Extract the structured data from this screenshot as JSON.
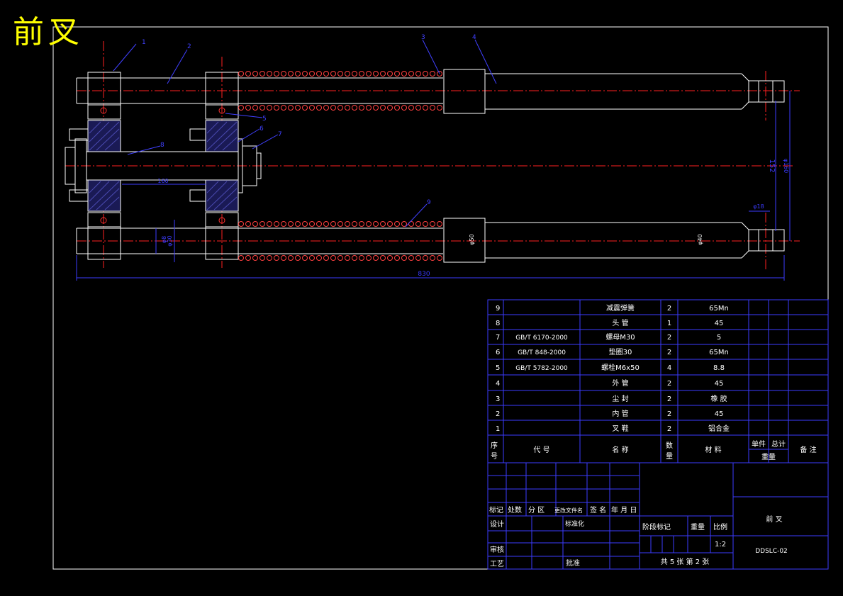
{
  "drawing_title": "前叉",
  "part_callouts": [
    "1",
    "2",
    "3",
    "4",
    "5",
    "6",
    "7",
    "8",
    "9"
  ],
  "dimensions": {
    "overall_length": "830",
    "center_distance": "152",
    "right_height": "φ160",
    "left_dim_a": "φ8",
    "left_dim_b": "φ30",
    "outer_tube_dia": "φ50",
    "inner_tube_dia": "φ40",
    "end_dia": "φ18",
    "head_tube_dim": "160"
  },
  "bom": {
    "rows": [
      {
        "no": "9",
        "code": "",
        "name": "减震弹簧",
        "qty": "2",
        "material": "65Mn"
      },
      {
        "no": "8",
        "code": "",
        "name": "头 管",
        "qty": "1",
        "material": "45"
      },
      {
        "no": "7",
        "code": "GB/T 6170-2000",
        "name": "螺母M30",
        "qty": "2",
        "material": "5"
      },
      {
        "no": "6",
        "code": "GB/T 848-2000",
        "name": "垫圈30",
        "qty": "2",
        "material": "65Mn"
      },
      {
        "no": "5",
        "code": "GB/T 5782-2000",
        "name": "螺栓M6x50",
        "qty": "4",
        "material": "8.8"
      },
      {
        "no": "4",
        "code": "",
        "name": "外 管",
        "qty": "2",
        "material": "45"
      },
      {
        "no": "3",
        "code": "",
        "name": "尘 封",
        "qty": "2",
        "material": "橡 胶"
      },
      {
        "no": "2",
        "code": "",
        "name": "内 管",
        "qty": "2",
        "material": "45"
      },
      {
        "no": "1",
        "code": "",
        "name": "叉 鞋",
        "qty": "2",
        "material": "铝合金"
      }
    ],
    "header": {
      "seq_a": "序",
      "seq_b": "号",
      "code": "代  号",
      "name": "名  称",
      "qty_a": "数",
      "qty_b": "量",
      "material": "材  料",
      "unit": "单件",
      "total": "总计",
      "weight": "重量",
      "remark": "备 注"
    }
  },
  "title_block": {
    "change_marks": [
      "标记",
      "处数",
      "分 区",
      "更改文件名",
      "签 名",
      "年 月 日"
    ],
    "design": "设计",
    "standardize": "标准化",
    "review": "审核",
    "process": "工艺",
    "approve": "批准",
    "stage_mark": "阶段标记",
    "weight": "重量",
    "scale": "比例",
    "scale_value": "1:2",
    "sheets": "共 5 张  第 2 张",
    "part_name": "前    叉",
    "drawing_no": "DDSLC-02"
  }
}
